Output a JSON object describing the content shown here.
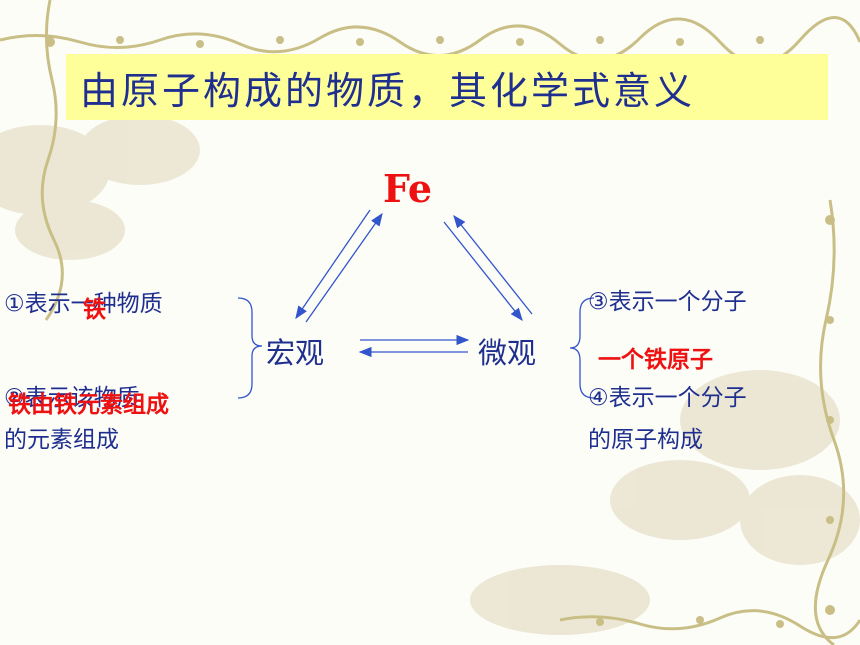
{
  "title": "由原子构成的物质，其化学式意义",
  "formula": "Fe",
  "macro": {
    "label": "宏观",
    "item1": "①表示一种物质",
    "item1_overlay": "铁",
    "item2_line1": "②表示该物质",
    "item2_overlay": "铁由铁元素组成",
    "item2_line2": "的元素组成"
  },
  "micro": {
    "label": "微观",
    "item3": "③表示一个分子",
    "item3_answer": "一个铁原子",
    "item4_line1": "④表示一个分子",
    "item4_line2": "的原子构成"
  },
  "colors": {
    "title_bg": "#ffff99",
    "text_blue": "#1f2f8f",
    "answer_red": "#ee1111",
    "line_blue": "#3355cc"
  }
}
